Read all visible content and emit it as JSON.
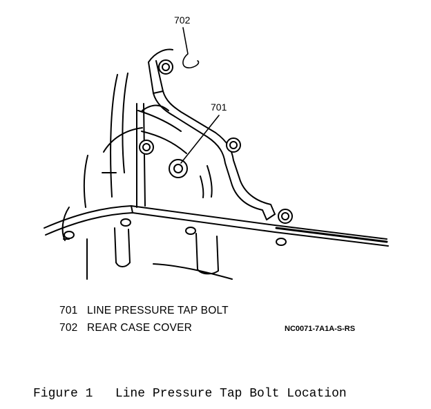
{
  "callouts": [
    {
      "id": "701",
      "label": "LINE PRESSURE TAP BOLT"
    },
    {
      "id": "702",
      "label": "REAR CASE COVER"
    }
  ],
  "drawing_code": "NC0071-7A1A-S-RS",
  "caption": {
    "figure": "Figure 1",
    "title": "Line Pressure Tap Bolt Location"
  }
}
